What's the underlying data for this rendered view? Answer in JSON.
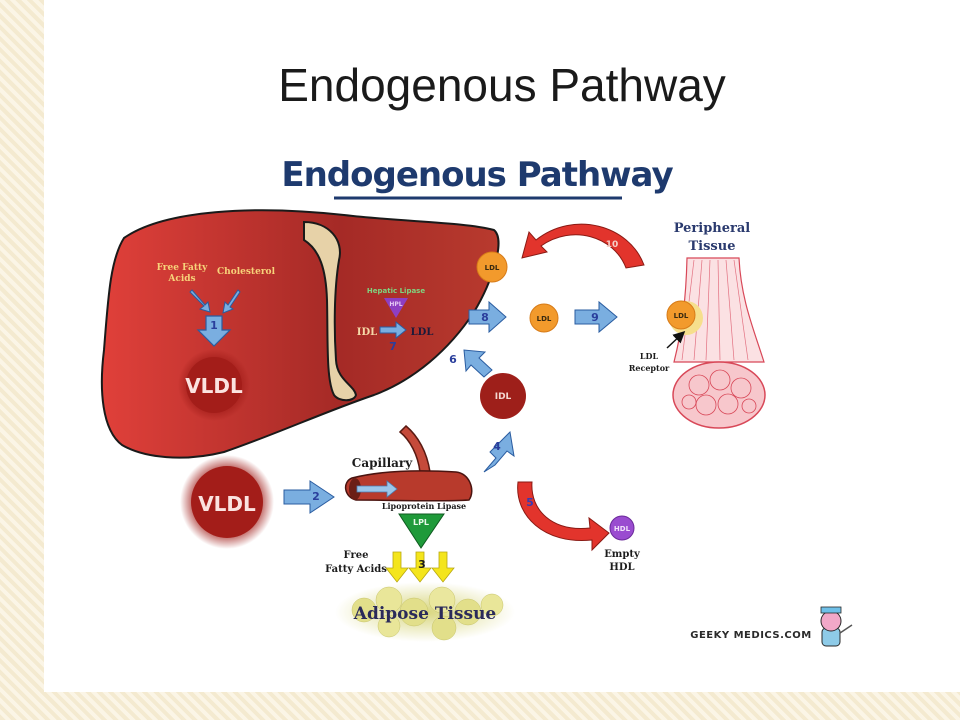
{
  "slide": {
    "title": "Endogenous Pathway"
  },
  "diagram": {
    "heading": "Endogenous Pathway",
    "liver": {
      "free_fatty_acids_line1": "Free Fatty",
      "free_fatty_acids_line2": "Acids",
      "cholesterol": "Cholesterol",
      "step1": "1",
      "vldl": "VLDL",
      "hepatic_lipase": "Hepatic Lipase",
      "hpl": "HPL",
      "idl": "IDL",
      "ldl": "LDL",
      "step7": "7"
    },
    "circulation": {
      "vldl": "VLDL",
      "step2": "2",
      "capillary": "Capillary",
      "lipoprotein_lipase": "Lipoprotein Lipase",
      "lpl": "LPL",
      "step3": "3",
      "free_fatty_acids_line1": "Free",
      "free_fatty_acids_line2": "Fatty Acids",
      "adipose_tissue": "Adipose Tissue",
      "step4": "4",
      "idl": "IDL",
      "step5": "5",
      "step6": "6",
      "hdl": "HDL",
      "empty_hdl_line1": "Empty",
      "empty_hdl_line2": "HDL",
      "step8": "8",
      "ldl_mid": "LDL",
      "step9": "9",
      "ldl_top": "LDL",
      "step10": "10"
    },
    "peripheral": {
      "title_line1": "Peripheral",
      "title_line2": "Tissue",
      "ldl": "LDL",
      "receptor_line1": "LDL",
      "receptor_line2": "Receptor"
    },
    "credit": "GEEKY MEDICS.COM"
  },
  "colors": {
    "liver": "#c0302c",
    "particle_red": "#a5201c",
    "particle_ldl": "#f29a2c",
    "arrow_blue": "#7aaee0",
    "arrow_red": "#e2342c",
    "heading_blue": "#1e3a6e",
    "lpl_green": "#1f9a3a",
    "hpl_purple": "#8e3ec2",
    "hdl_purple": "#9a4cd0",
    "adipose_yellow": "#e6e39a"
  }
}
